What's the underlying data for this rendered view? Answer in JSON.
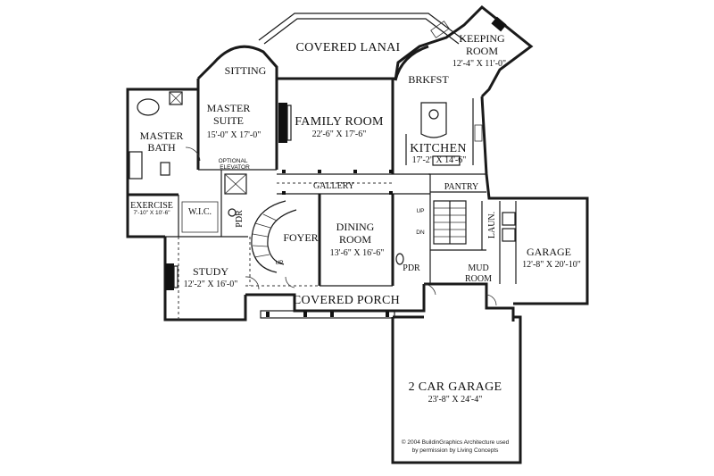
{
  "rooms": {
    "covered_lanai": {
      "name": "COVERED LANAI"
    },
    "keeping_room": {
      "name_line1": "KEEPING",
      "name_line2": "ROOM",
      "dims": "12'-4\" X 11'-0\""
    },
    "sitting": {
      "name": "SITTING"
    },
    "brkfst": {
      "name": "BRKFST"
    },
    "master_suite": {
      "name_line1": "MASTER",
      "name_line2": "SUITE",
      "dims": "15'-0\" X 17'-0\""
    },
    "family_room": {
      "name": "FAMILY ROOM",
      "dims": "22'-6\" X 17'-6\""
    },
    "master_bath": {
      "name_line1": "MASTER",
      "name_line2": "BATH"
    },
    "optional_elevator": {
      "line1": "OPTIONAL",
      "line2": "ELEVATOR"
    },
    "kitchen": {
      "name": "KITCHEN",
      "dims": "17'-2\" X 14'-6\""
    },
    "gallery": {
      "name": "GALLERY"
    },
    "pantry": {
      "name": "PANTRY"
    },
    "exercise": {
      "name": "EXERCISE",
      "dims": "7'-10\" X 10'-6\""
    },
    "wic": {
      "name": "W.I.C."
    },
    "pdr_left": {
      "name": "PDR"
    },
    "foyer": {
      "name": "FOYER"
    },
    "stair_up_foyer": {
      "name": "UP"
    },
    "dining_room": {
      "name_line1": "DINING",
      "name_line2": "ROOM",
      "dims": "13'-6\" X 16'-6\""
    },
    "stair_up": {
      "name": "UP"
    },
    "stair_dn": {
      "name": "DN"
    },
    "laun": {
      "name": "LAUN."
    },
    "garage": {
      "name": "GARAGE",
      "dims": "12'-8\" X 20'-10\""
    },
    "study": {
      "name": "STUDY",
      "dims": "12'-2\" X 16'-0\""
    },
    "pdr_right": {
      "name": "PDR"
    },
    "mud_room": {
      "name_line1": "MUD",
      "name_line2": "ROOM"
    },
    "covered_porch": {
      "name": "COVERED PORCH"
    },
    "two_car_garage": {
      "name": "2 CAR GARAGE",
      "dims": "23'-8\" X 24'-4\""
    }
  },
  "credit": {
    "line1": "© 2004 BuildinGraphics Architecture used",
    "line2": "by permission by Living Concepts"
  }
}
